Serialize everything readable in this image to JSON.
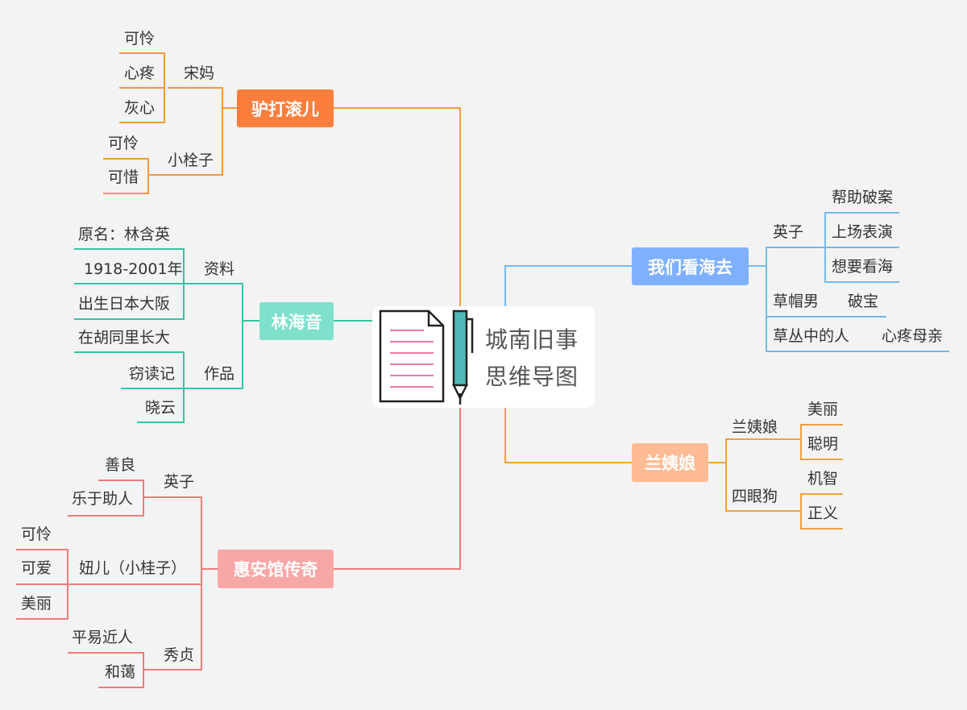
{
  "colors": {
    "orange": "#fb7e3c",
    "teal": "#7fe0cc",
    "pink": "#f8a7a7",
    "blue": "#7fb0ff",
    "peach": "#ffbc94",
    "line_orange": "#f39a3c",
    "line_teal": "#35c4a4",
    "line_pink": "#ee7b7b",
    "line_blue": "#73b9ec",
    "line_peach": "#f0a040"
  },
  "center": {
    "icon": "document-pen-icon",
    "title_line1": "城南旧事",
    "title_line2": "思维导图"
  },
  "branches": {
    "lvdagun": {
      "label": "驴打滚儿",
      "songma": {
        "label": "宋妈",
        "items": [
          "可怜",
          "心疼",
          "灰心"
        ]
      },
      "xiaoshuanzi": {
        "label": "小栓子",
        "items": [
          "可怜",
          "可惜"
        ]
      }
    },
    "linhaiyin": {
      "label": "林海音",
      "ziliao": {
        "label": "资料",
        "items": [
          "原名：林含英",
          "1918-2001年",
          "出生日本大阪"
        ]
      },
      "zuopin": {
        "label": "作品",
        "items": [
          "在胡同里长大",
          "窃读记",
          "晓云"
        ]
      }
    },
    "huianguan": {
      "label": "惠安馆传奇",
      "yingzi": {
        "label": "英子",
        "items": [
          "善良",
          "乐于助人"
        ]
      },
      "nier": {
        "label": "妞儿（小桂子）",
        "items": [
          "可怜",
          "可爱",
          "美丽"
        ]
      },
      "xiuzhen": {
        "label": "秀贞",
        "items": [
          "平易近人",
          "和蔼"
        ]
      }
    },
    "kanhai": {
      "label": "我们看海去",
      "yingzi": {
        "label": "英子",
        "items": [
          "帮助破案",
          "上场表演",
          "想要看海"
        ]
      },
      "caomaonan": {
        "label": "草帽男",
        "items": [
          "破宝"
        ]
      },
      "caocong": {
        "label": "草丛中的人",
        "items": [
          "心疼母亲"
        ]
      }
    },
    "lanyiniang": {
      "label": "兰姨娘",
      "lanyiniang_sub": {
        "label": "兰姨娘",
        "items": [
          "美丽",
          "聪明"
        ]
      },
      "siyangou": {
        "label": "四眼狗",
        "items": [
          "机智",
          "正义"
        ]
      }
    }
  }
}
